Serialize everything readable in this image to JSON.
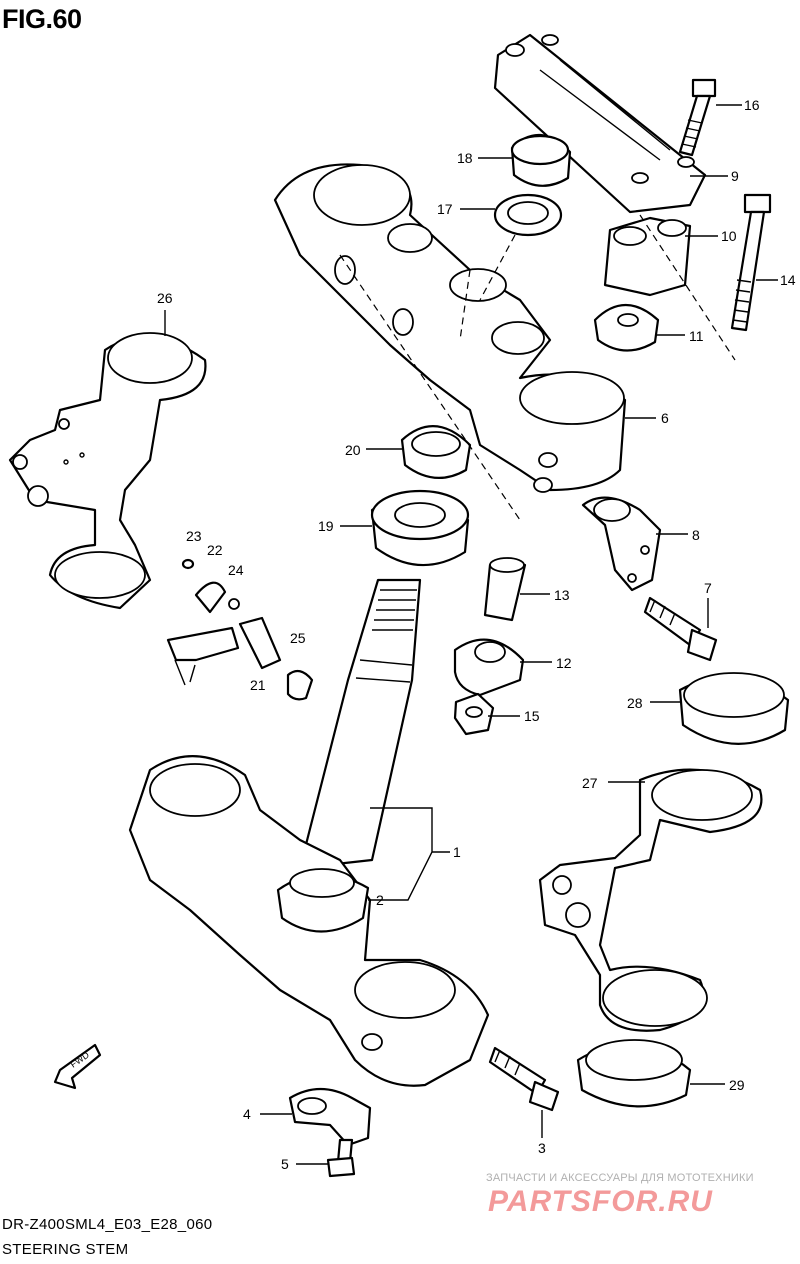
{
  "header": {
    "title": "FIG.60"
  },
  "footer": {
    "code": "DR-Z400SML4_E03_E28_060",
    "name": "STEERING STEM"
  },
  "watermark": {
    "tagline": "ЗАПЧАСТИ И АКСЕССУАРЫ ДЛЯ МОТОТЕХНИКИ",
    "brand": "PARTSFOR.RU",
    "color": "#f39a9a"
  },
  "arrow": {
    "label": "FWD"
  },
  "callouts": [
    {
      "number": "1"
    },
    {
      "number": "2"
    },
    {
      "number": "3"
    },
    {
      "number": "4"
    },
    {
      "number": "5"
    },
    {
      "number": "6"
    },
    {
      "number": "7"
    },
    {
      "number": "8"
    },
    {
      "number": "9"
    },
    {
      "number": "10"
    },
    {
      "number": "11"
    },
    {
      "number": "12"
    },
    {
      "number": "13"
    },
    {
      "number": "14"
    },
    {
      "number": "15"
    },
    {
      "number": "16"
    },
    {
      "number": "17"
    },
    {
      "number": "18"
    },
    {
      "number": "19"
    },
    {
      "number": "20"
    },
    {
      "number": "21"
    },
    {
      "number": "22"
    },
    {
      "number": "23"
    },
    {
      "number": "24"
    },
    {
      "number": "25"
    },
    {
      "number": "26"
    },
    {
      "number": "27"
    },
    {
      "number": "28"
    },
    {
      "number": "29"
    }
  ]
}
